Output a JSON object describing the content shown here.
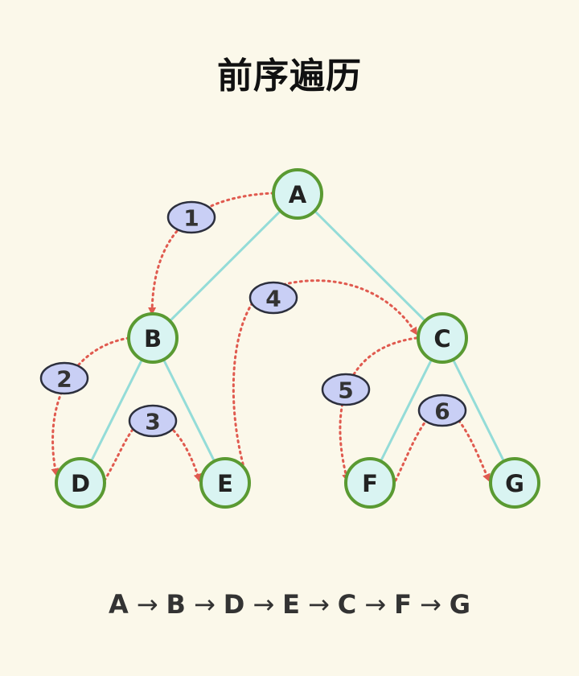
{
  "title": "前序遍历",
  "colors": {
    "background": "#fbf8ea",
    "node_fill": "#d9f4f2",
    "node_stroke": "#5a9a32",
    "tree_edge": "#94dcd8",
    "traversal_arrow": "#e05a4f",
    "step_fill": "#c9cff5",
    "step_stroke": "#2c2f3d"
  },
  "nodes": [
    {
      "id": "A",
      "label": "A"
    },
    {
      "id": "B",
      "label": "B"
    },
    {
      "id": "C",
      "label": "C"
    },
    {
      "id": "D",
      "label": "D"
    },
    {
      "id": "E",
      "label": "E"
    },
    {
      "id": "F",
      "label": "F"
    },
    {
      "id": "G",
      "label": "G"
    }
  ],
  "tree_edges": [
    {
      "from": "A",
      "to": "B"
    },
    {
      "from": "A",
      "to": "C"
    },
    {
      "from": "B",
      "to": "D"
    },
    {
      "from": "B",
      "to": "E"
    },
    {
      "from": "C",
      "to": "F"
    },
    {
      "from": "C",
      "to": "G"
    }
  ],
  "traversal_steps": [
    {
      "step": "1",
      "from": "A",
      "to": "B"
    },
    {
      "step": "2",
      "from": "B",
      "to": "D"
    },
    {
      "step": "3",
      "from": "D",
      "to": "E"
    },
    {
      "step": "4",
      "from": "E",
      "to": "C"
    },
    {
      "step": "5",
      "from": "C",
      "to": "F"
    },
    {
      "step": "6",
      "from": "F",
      "to": "G"
    }
  ],
  "sequence": [
    "A",
    "B",
    "D",
    "E",
    "C",
    "F",
    "G"
  ],
  "sequence_separator": "→"
}
